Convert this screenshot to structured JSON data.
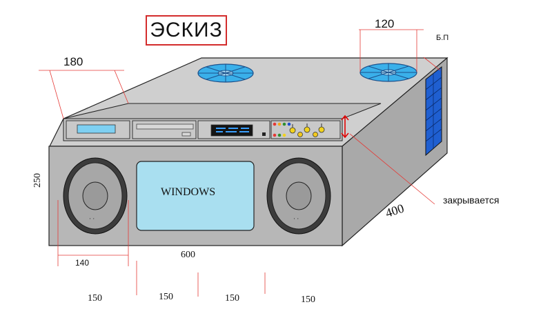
{
  "title": "ЭСКИЗ",
  "screen_label": "WINDOWS",
  "dimensions": {
    "top_width": "180",
    "fan_width": "120",
    "height": "250",
    "speaker_width": "140",
    "front_width": "600",
    "depth": "400",
    "bottom_1": "150",
    "bottom_2": "150",
    "bottom_3": "150",
    "bottom_4": "150"
  },
  "labels": {
    "power_supply": "Б.П",
    "closes": "закрывается"
  },
  "colors": {
    "front": "#b7b7b7",
    "top": "#cfcfcf",
    "side": "#a9a9a9",
    "screen": "#a9dff0",
    "fan": "#3ab0ea",
    "grille": "#1f5fd1",
    "dim_line": "#e53935",
    "arrow": "#e10000"
  }
}
